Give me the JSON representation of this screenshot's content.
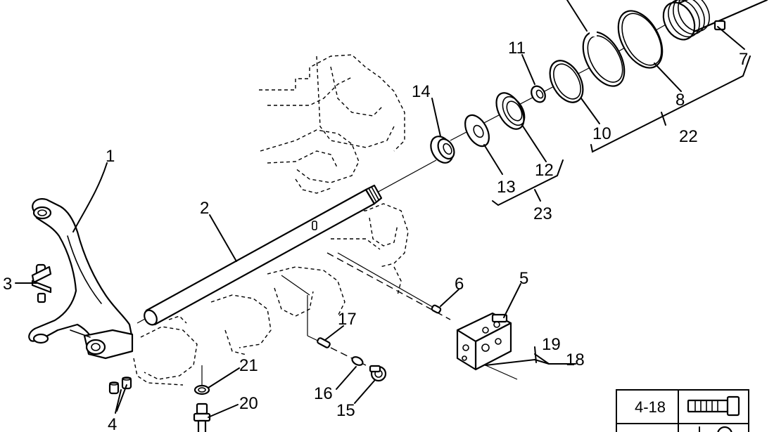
{
  "callouts": {
    "c1": "1",
    "c2": "2",
    "c3": "3",
    "c4": "4",
    "c5": "5",
    "c6": "6",
    "c7": "7",
    "c8": "8",
    "c10": "10",
    "c11": "11",
    "c12": "12",
    "c13": "13",
    "c14": "14",
    "c15": "15",
    "c16": "16",
    "c17": "17",
    "c18": "18",
    "c19": "19",
    "c20": "20",
    "c21": "21",
    "c22": "22",
    "c23": "23"
  },
  "torque_table": {
    "row1_label": "4-18"
  },
  "icons": {
    "bolt": "bolt-icon",
    "nut": "nut-icon"
  }
}
